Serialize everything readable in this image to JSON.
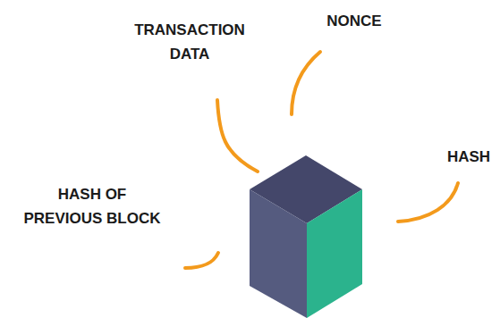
{
  "diagram": {
    "labels": [
      "TRANSACTION DATA",
      "NONCE",
      "HASH",
      "HASH OF PREVIOUS BLOCK"
    ]
  }
}
